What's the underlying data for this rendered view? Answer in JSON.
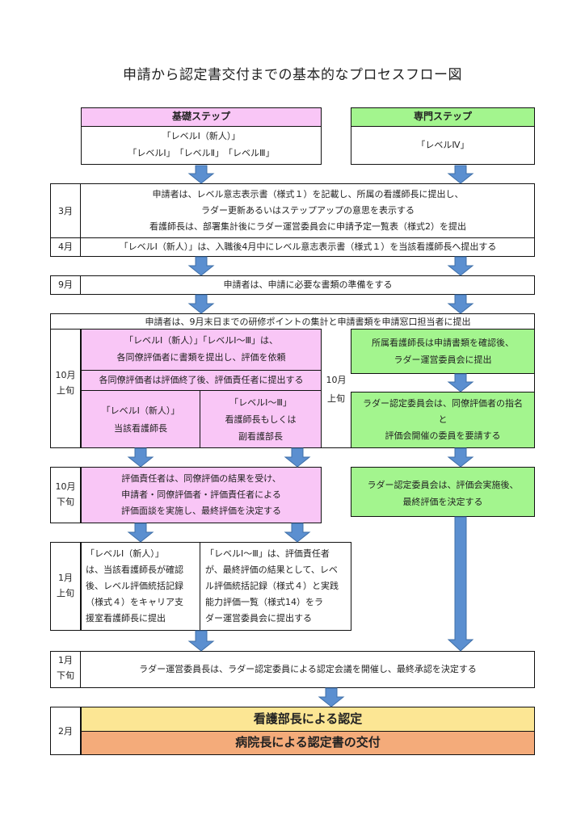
{
  "title": "申請から認定書交付までの基本的なプロセスフロー図",
  "basic_step": {
    "header": "基礎ステップ",
    "line1": "「レベルⅠ（新人）」",
    "line2": "「レベルⅠ」　「レベルⅡ」　「レベルⅢ」"
  },
  "specialist_step": {
    "header": "専門ステップ",
    "line1": "「レベルⅣ」"
  },
  "mar": {
    "label": "3月",
    "line1": "申請者は、レベル意志表示書（様式１）を記載し、所属の看護師長に提出し、",
    "line2": "ラダー更新あるいはステップアップの意思を表示する",
    "line3": "看護師長は、部署集計後にラダー運営委員会に申請予定一覧表（様式2）を提出"
  },
  "apr": {
    "label": "4月",
    "text": "「レベルⅠ（新人）」は、入職後4月中にレベル意志表示書（様式１）を当該看護師長へ提出する"
  },
  "sep": {
    "label": "9月",
    "text": "申請者は、申請に必要な書類の準備をする"
  },
  "oct_early": {
    "label1": "10月",
    "label2": "上旬",
    "top_text": "申請者は、9月末日までの研修ポイントの集計と申請書類を申請窓口担当者に提出",
    "basic_req_line1": "「レベルⅠ（新人）」「レベルⅠ～Ⅲ」は、",
    "basic_req_line2": "各同僚評価者に書類を提出し、評価を依頼",
    "peer_text": "各同僚評価者は評価終了後、評価責任者に提出する",
    "l1_line1": "「レベルⅠ（新人）」",
    "l1_line2": "当該看護師長",
    "l13_line1": "「レベルⅠ～Ⅲ」",
    "l13_line2": "看護師長もしくは",
    "l13_line3": "副看護部長",
    "mid_label1": "10月",
    "mid_label2": "上旬",
    "spec_line1": "所属看護師長は申請書類を確認後、",
    "spec_line2": "ラダー運営委員会に提出",
    "spec2_line1": "ラダー認定委員会は、同僚評価者の指名",
    "spec2_line2": "と",
    "spec2_line3": "評価会開催の委員を要請する"
  },
  "oct_late": {
    "label1": "10月",
    "label2": "下旬",
    "basic_line1": "評価責任者は、同僚評価の結果を受け、",
    "basic_line2": "申請者・同僚評価者・評価責任者による",
    "basic_line3": "評価面談を実施し、最終評価を決定する",
    "spec_line1": "ラダー認定委員会は、評価会実施後、",
    "spec_line2": "最終評価を決定する"
  },
  "jan_early": {
    "label1": "1月",
    "label2": "上旬",
    "left_lines": [
      "「レベルⅠ（新人）」",
      "は、当該看護師長が確認",
      "後、レベル評価統括記録",
      "（様式４）をキャリア支",
      "援室看護師長に提出"
    ],
    "right_lines": [
      "「レベルⅠ～Ⅲ」は、評価責任者",
      "が、最終評価の結果として、レベ",
      "ル評価統括記録（様式４）と実践",
      "能力評価一覧（様式14）をラ",
      "ダー運営委員会に提出する"
    ]
  },
  "jan_late": {
    "label1": "1月",
    "label2": "下旬",
    "text": "ラダー運営委員長は、ラダー認定委員による認定会議を開催し、最終承認を決定する"
  },
  "feb": {
    "label": "2月",
    "approve": "看護部長による認定",
    "issue": "病院長による認定書の交付"
  },
  "colors": {
    "basic": "#f9c6f6",
    "specialist": "#a3f58e",
    "approve": "#fce694",
    "issue": "#f4ab7a",
    "arrow": "#5b8fd0"
  }
}
